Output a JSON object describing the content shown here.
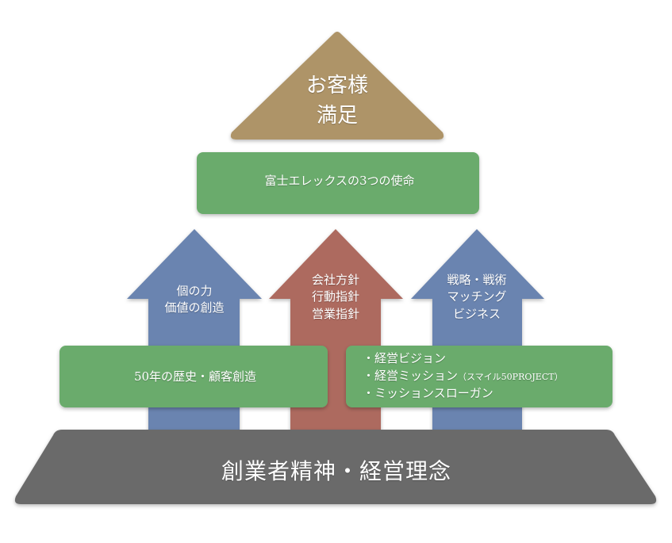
{
  "colors": {
    "roof": "#ae9467",
    "green": "#6aab6c",
    "arrow_blue": "#6b84b0",
    "arrow_red": "#ad6b5f",
    "base_gray": "#6b6b6b",
    "text": "#ffffff"
  },
  "roof": {
    "line1": "お客様",
    "line2": "満足"
  },
  "mission_band": {
    "label": "富士エレックスの3つの使命"
  },
  "arrows": [
    {
      "lines": [
        "個の力",
        "価値の創造"
      ]
    },
    {
      "lines": [
        "会社方針",
        "行動指針",
        "営業指針"
      ]
    },
    {
      "lines": [
        "戦略・戦術",
        "マッチング",
        "ビジネス"
      ]
    }
  ],
  "left_box": {
    "label": "50年の歴史・顧客創造"
  },
  "right_box": {
    "items": [
      {
        "text": "・経営ビジョン",
        "note": ""
      },
      {
        "text": "・経営ミッション",
        "note": "（スマイル50PROJECT）"
      },
      {
        "text": "・ミッションスローガン",
        "note": ""
      }
    ]
  },
  "base": {
    "label": "創業者精神・経営理念"
  }
}
